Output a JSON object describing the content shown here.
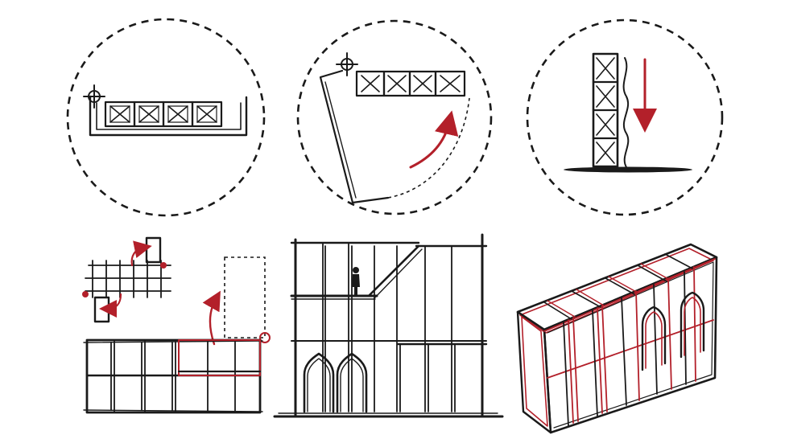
{
  "diagram": {
    "colors": {
      "ink": "#1a1a1a",
      "accent": "#b3202a",
      "background": "#ffffff"
    },
    "panels": [
      {
        "kind": "concept",
        "icons": [
          "crosshair-icon",
          "module-row"
        ]
      },
      {
        "kind": "concept",
        "icons": [
          "crosshair-icon",
          "module-row",
          "curved-arrow-icon"
        ]
      },
      {
        "kind": "concept",
        "icons": [
          "module-stack",
          "wavy-line",
          "down-arrow-icon"
        ]
      },
      {
        "kind": "plan-sketch",
        "icons": [
          "curved-arrow-icon"
        ]
      },
      {
        "kind": "elevation-sketch",
        "icons": [
          "person-figure",
          "arch-window"
        ]
      },
      {
        "kind": "axonometric-sketch",
        "icons": [
          "arch-window"
        ]
      }
    ]
  }
}
